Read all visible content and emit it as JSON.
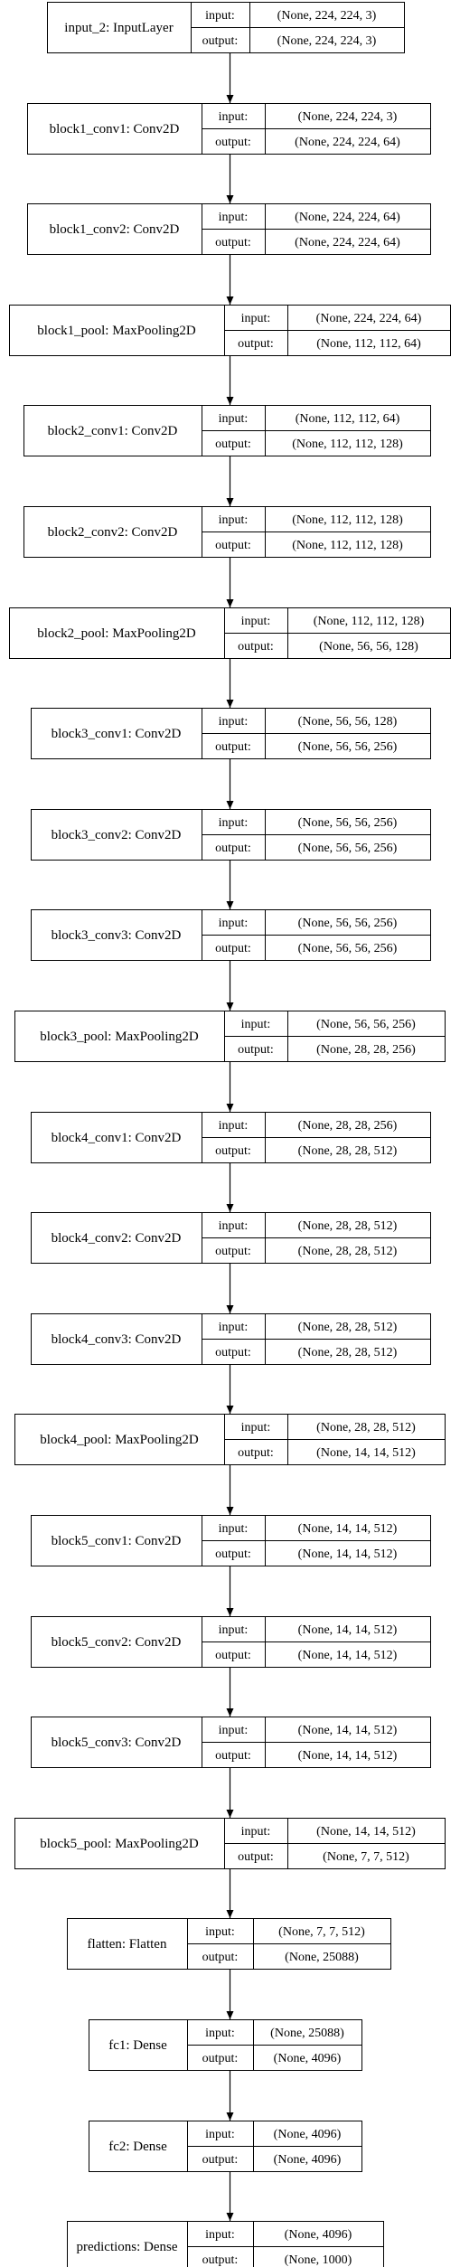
{
  "diagram": {
    "io_labels": {
      "input": "input:",
      "output": "output:"
    },
    "nodes": [
      {
        "name": "input_2: InputLayer",
        "input": "(None, 224, 224, 3)",
        "output": "(None, 224, 224, 3)"
      },
      {
        "name": "block1_conv1: Conv2D",
        "input": "(None, 224, 224, 3)",
        "output": "(None, 224, 224, 64)"
      },
      {
        "name": "block1_conv2: Conv2D",
        "input": "(None, 224, 224, 64)",
        "output": "(None, 224, 224, 64)"
      },
      {
        "name": "block1_pool: MaxPooling2D",
        "input": "(None, 224, 224, 64)",
        "output": "(None, 112, 112, 64)"
      },
      {
        "name": "block2_conv1: Conv2D",
        "input": "(None, 112, 112, 64)",
        "output": "(None, 112, 112, 128)"
      },
      {
        "name": "block2_conv2: Conv2D",
        "input": "(None, 112, 112, 128)",
        "output": "(None, 112, 112, 128)"
      },
      {
        "name": "block2_pool: MaxPooling2D",
        "input": "(None, 112, 112, 128)",
        "output": "(None, 56, 56, 128)"
      },
      {
        "name": "block3_conv1: Conv2D",
        "input": "(None, 56, 56, 128)",
        "output": "(None, 56, 56, 256)"
      },
      {
        "name": "block3_conv2: Conv2D",
        "input": "(None, 56, 56, 256)",
        "output": "(None, 56, 56, 256)"
      },
      {
        "name": "block3_conv3: Conv2D",
        "input": "(None, 56, 56, 256)",
        "output": "(None, 56, 56, 256)"
      },
      {
        "name": "block3_pool: MaxPooling2D",
        "input": "(None, 56, 56, 256)",
        "output": "(None, 28, 28, 256)"
      },
      {
        "name": "block4_conv1: Conv2D",
        "input": "(None, 28, 28, 256)",
        "output": "(None, 28, 28, 512)"
      },
      {
        "name": "block4_conv2: Conv2D",
        "input": "(None, 28, 28, 512)",
        "output": "(None, 28, 28, 512)"
      },
      {
        "name": "block4_conv3: Conv2D",
        "input": "(None, 28, 28, 512)",
        "output": "(None, 28, 28, 512)"
      },
      {
        "name": "block4_pool: MaxPooling2D",
        "input": "(None, 28, 28, 512)",
        "output": "(None, 14, 14, 512)"
      },
      {
        "name": "block5_conv1: Conv2D",
        "input": "(None, 14, 14, 512)",
        "output": "(None, 14, 14, 512)"
      },
      {
        "name": "block5_conv2: Conv2D",
        "input": "(None, 14, 14, 512)",
        "output": "(None, 14, 14, 512)"
      },
      {
        "name": "block5_conv3: Conv2D",
        "input": "(None, 14, 14, 512)",
        "output": "(None, 14, 14, 512)"
      },
      {
        "name": "block5_pool: MaxPooling2D",
        "input": "(None, 14, 14, 512)",
        "output": "(None, 7, 7, 512)"
      },
      {
        "name": "flatten: Flatten",
        "input": "(None, 7, 7, 512)",
        "output": "(None, 25088)"
      },
      {
        "name": "fc1: Dense",
        "input": "(None, 25088)",
        "output": "(None, 4096)"
      },
      {
        "name": "fc2: Dense",
        "input": "(None, 4096)",
        "output": "(None, 4096)"
      },
      {
        "name": "predictions: Dense",
        "input": "(None, 4096)",
        "output": "(None, 1000)"
      }
    ]
  }
}
